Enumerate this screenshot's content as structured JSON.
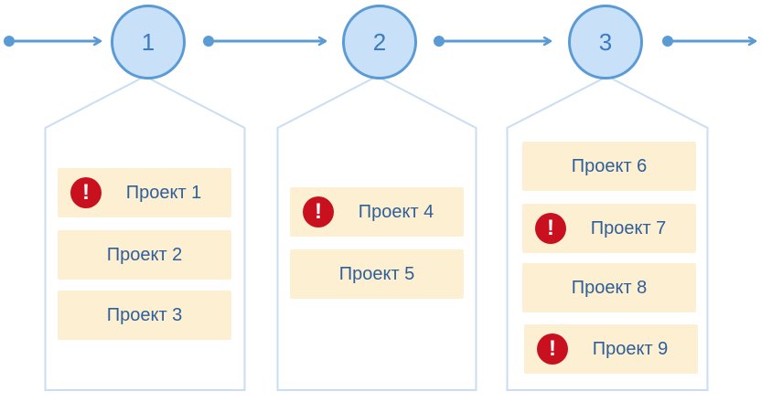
{
  "steps": [
    "1",
    "2",
    "3"
  ],
  "projects": [
    "Проект 1",
    "Проект 2",
    "Проект 3",
    "Проект 4",
    "Проект 5",
    "Проект 6",
    "Проект 7",
    "Проект 8",
    "Проект 9"
  ],
  "warning_symbol": "!",
  "flagged_projects": [
    "Проект 1",
    "Проект 4",
    "Проект 7",
    "Проект 9"
  ],
  "colors": {
    "circle_fill": "#c8e0f8",
    "circle_border": "#5b9bd5",
    "arrow": "#5b9bd5",
    "card_fill": "#fdefd1",
    "card_text": "#2f5f9a",
    "warning": "#c8101e"
  },
  "icons": {
    "warning": "exclamation-circle-icon"
  }
}
